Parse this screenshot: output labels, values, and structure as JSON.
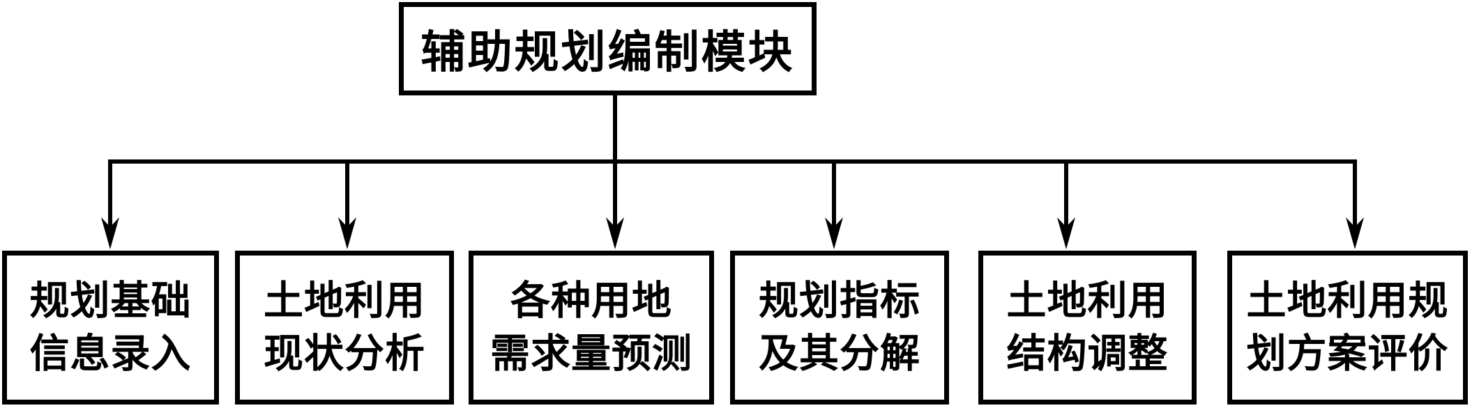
{
  "diagram": {
    "root": {
      "label": "辅助规划编制模块"
    },
    "children": [
      {
        "lines": [
          "规划基础",
          "信息录入"
        ]
      },
      {
        "lines": [
          "土地利用",
          "现状分析"
        ]
      },
      {
        "lines": [
          "各种用地",
          "需求量预测"
        ]
      },
      {
        "lines": [
          "规划指标",
          "及其分解"
        ]
      },
      {
        "lines": [
          "土地利用",
          "结构调整"
        ]
      },
      {
        "lines": [
          "土地利用规",
          "划方案评价"
        ]
      }
    ],
    "colors": {
      "line": "#000000",
      "box_border": "#000000",
      "text": "#000000",
      "background": "#ffffff"
    }
  }
}
